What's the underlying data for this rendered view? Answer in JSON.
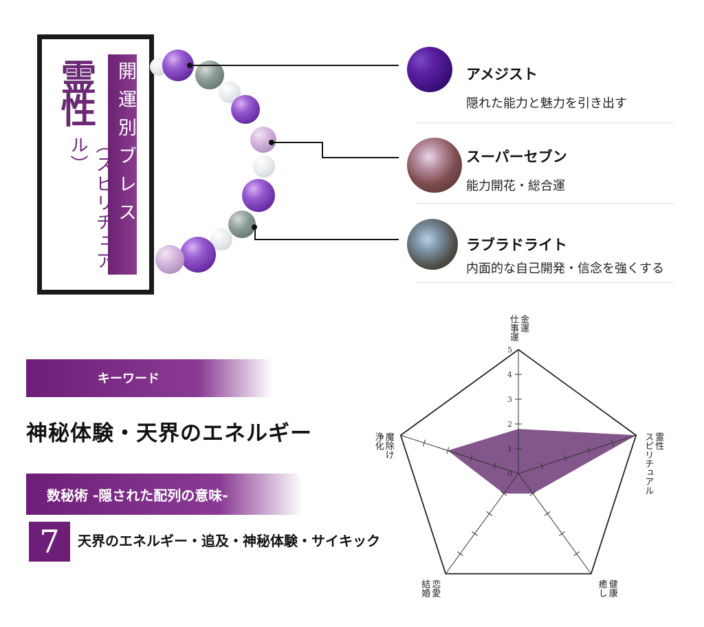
{
  "title": {
    "main": "霊性",
    "sub": "（スピリチュアル）",
    "band": "開運別ブレス"
  },
  "stones": [
    {
      "name": "アメジスト",
      "desc": "隠れた能力と魅力を引き出す"
    },
    {
      "name": "スーパーセブン",
      "desc": "能力開花・総合運"
    },
    {
      "name": "ラブラドライト",
      "desc": "内面的な自己開発・信念を強くする"
    }
  ],
  "keyword": {
    "label": "キーワード",
    "text": "神秘体験・天界のエネルギー"
  },
  "numerology": {
    "label": "数秘術 -隠された配列の意味-",
    "number": "7",
    "text": "天界のエネルギー・追及・神秘体験・サイキック"
  },
  "colors": {
    "accent": "#6d1f78",
    "radar_fill": "#6f3a78"
  },
  "chart_data": {
    "type": "radar",
    "axes": [
      "金運仕事運",
      "霊性スピリチュアル",
      "健康癒し",
      "恋愛結婚",
      "魔除け浄化"
    ],
    "axis_labels": [
      {
        "lines": [
          "金運",
          "仕事運"
        ]
      },
      {
        "lines": [
          "霊性",
          "スピリチュアル"
        ]
      },
      {
        "lines": [
          "健康",
          "癒し"
        ]
      },
      {
        "lines": [
          "恋愛",
          "結婚"
        ]
      },
      {
        "lines": [
          "魔除け",
          "浄化"
        ]
      }
    ],
    "values": [
      1.8,
      5,
      1,
      1,
      3
    ],
    "ticks": [
      "0",
      "1",
      "2",
      "3",
      "4",
      "5"
    ],
    "range": [
      0,
      5
    ]
  }
}
